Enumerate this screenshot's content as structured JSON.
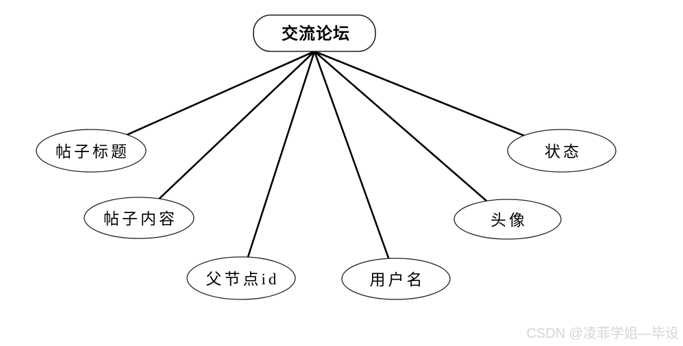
{
  "diagram": {
    "type": "entity-attribute",
    "root": {
      "label": "交流论坛"
    },
    "attributes": [
      {
        "label": "帖子标题"
      },
      {
        "label": "帖子内容"
      },
      {
        "label": "父节点id"
      },
      {
        "label": "用户名"
      },
      {
        "label": "头像"
      },
      {
        "label": "状态"
      }
    ],
    "colors": {
      "stroke": "#000000",
      "node_fill": "#ffffff",
      "watermark": "#d5d5d5"
    }
  },
  "watermark": {
    "text": "CSDN @凌菲学姐—毕设"
  }
}
